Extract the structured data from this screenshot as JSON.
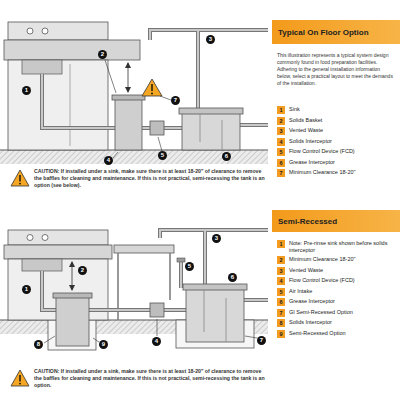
{
  "diagram": {
    "nodes": [
      {
        "text": [
          "Typical On Floor Option"
        ]
      },
      {
        "text": [
          "Semi-Recessed"
        ]
      }
    ],
    "labels": [
      "This illustration represents a typical system design commonly found in food preparation facilities. Adhering to the general installation information below, select a practical layout to meet the demands of the installation.",
      "1",
      "Sink",
      "2",
      "Solids Basket",
      "3",
      "Vented Waste",
      "4",
      "Solids Interceptor",
      "5",
      "Flow Control Device (FCD)",
      "6",
      "Grease Interceptor",
      "7",
      "Minimum Clearance 18-20\"",
      "1",
      "2",
      "3",
      "4",
      "5",
      "6",
      "7",
      "CAUTION: If installed under a sink, make sure there is at least 18-20\" of clearance to remove the baffles for cleaning and maintenance. If this is not practical, semi-recessing the tank is an option (see below).",
      "1",
      "Note: Pre-rinse sink shown before solids interceptor",
      "2",
      "Minimum Clearance 18-20\"",
      "3",
      "Vented Waste",
      "4",
      "Flow Control Device (FCD)",
      "5",
      "Air Intake",
      "6",
      "Grease Interceptor",
      "7",
      "GI Semi-Recessed Option",
      "8",
      "Solids Interceptor",
      "9",
      "Semi-Recessed Option",
      "1",
      "2",
      "3",
      "4",
      "5",
      "6",
      "7",
      "8",
      "9",
      "CAUTION: If installed under a sink, make sure there is at least 18-20\" of clearance to remove the baffles for cleaning and maintenance. If this is not practical, semi-recessing the tank is an option."
    ]
  }
}
